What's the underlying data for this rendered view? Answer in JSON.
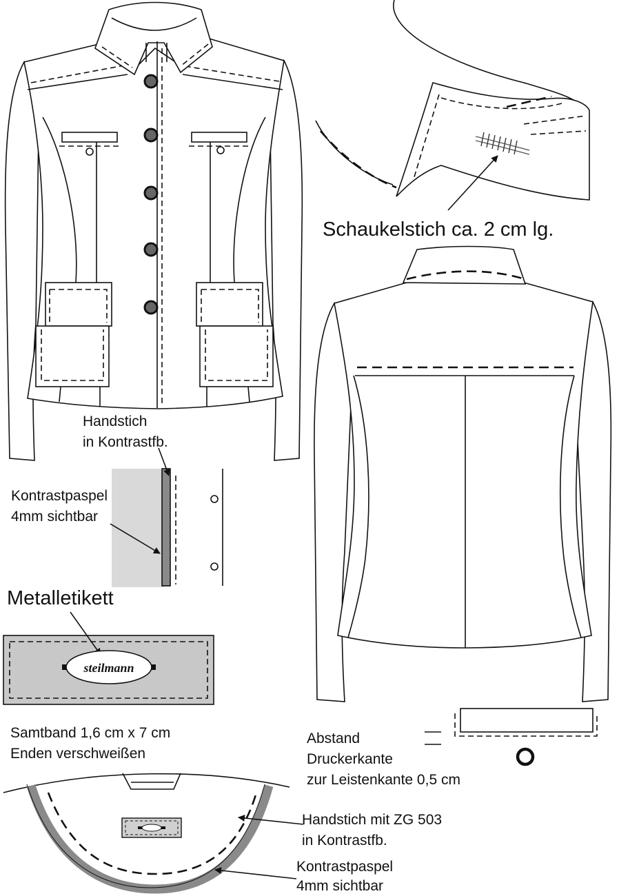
{
  "colors": {
    "line": "#111111",
    "piping": "#8a8a8a",
    "velvet": "#c8c8c8",
    "pocket_area": "#d9d9d9"
  },
  "labels": {
    "schaukelstich": "Schaukelstich ca. 2 cm lg.",
    "handstich_line1": "Handstich",
    "handstich_line2": "in Kontrastfb.",
    "kontrastpaspel_line1": "Kontrastpaspel",
    "kontrastpaspel_line2": "4mm sichtbar",
    "metalletikett": "Metalletikett",
    "logo_text": "steilmann",
    "samtband_line1": "Samtband 1,6 cm  x 7 cm",
    "samtband_line2": "Enden verschweißen",
    "abstand_line1": "Abstand",
    "abstand_line2": "Druckerkante",
    "abstand_line3": "zur Leistenkante 0,5 cm",
    "handstich_zg_line1": "Handstich  mit ZG 503",
    "handstich_zg_line2": "in Kontrastfb.",
    "kontrastpaspel_bottom_line1": "Kontrastpaspel",
    "kontrastpaspel_bottom_line2": "4mm sichtbar"
  },
  "icons": [
    "arrow-icon",
    "button-icon",
    "metal-label-icon"
  ]
}
